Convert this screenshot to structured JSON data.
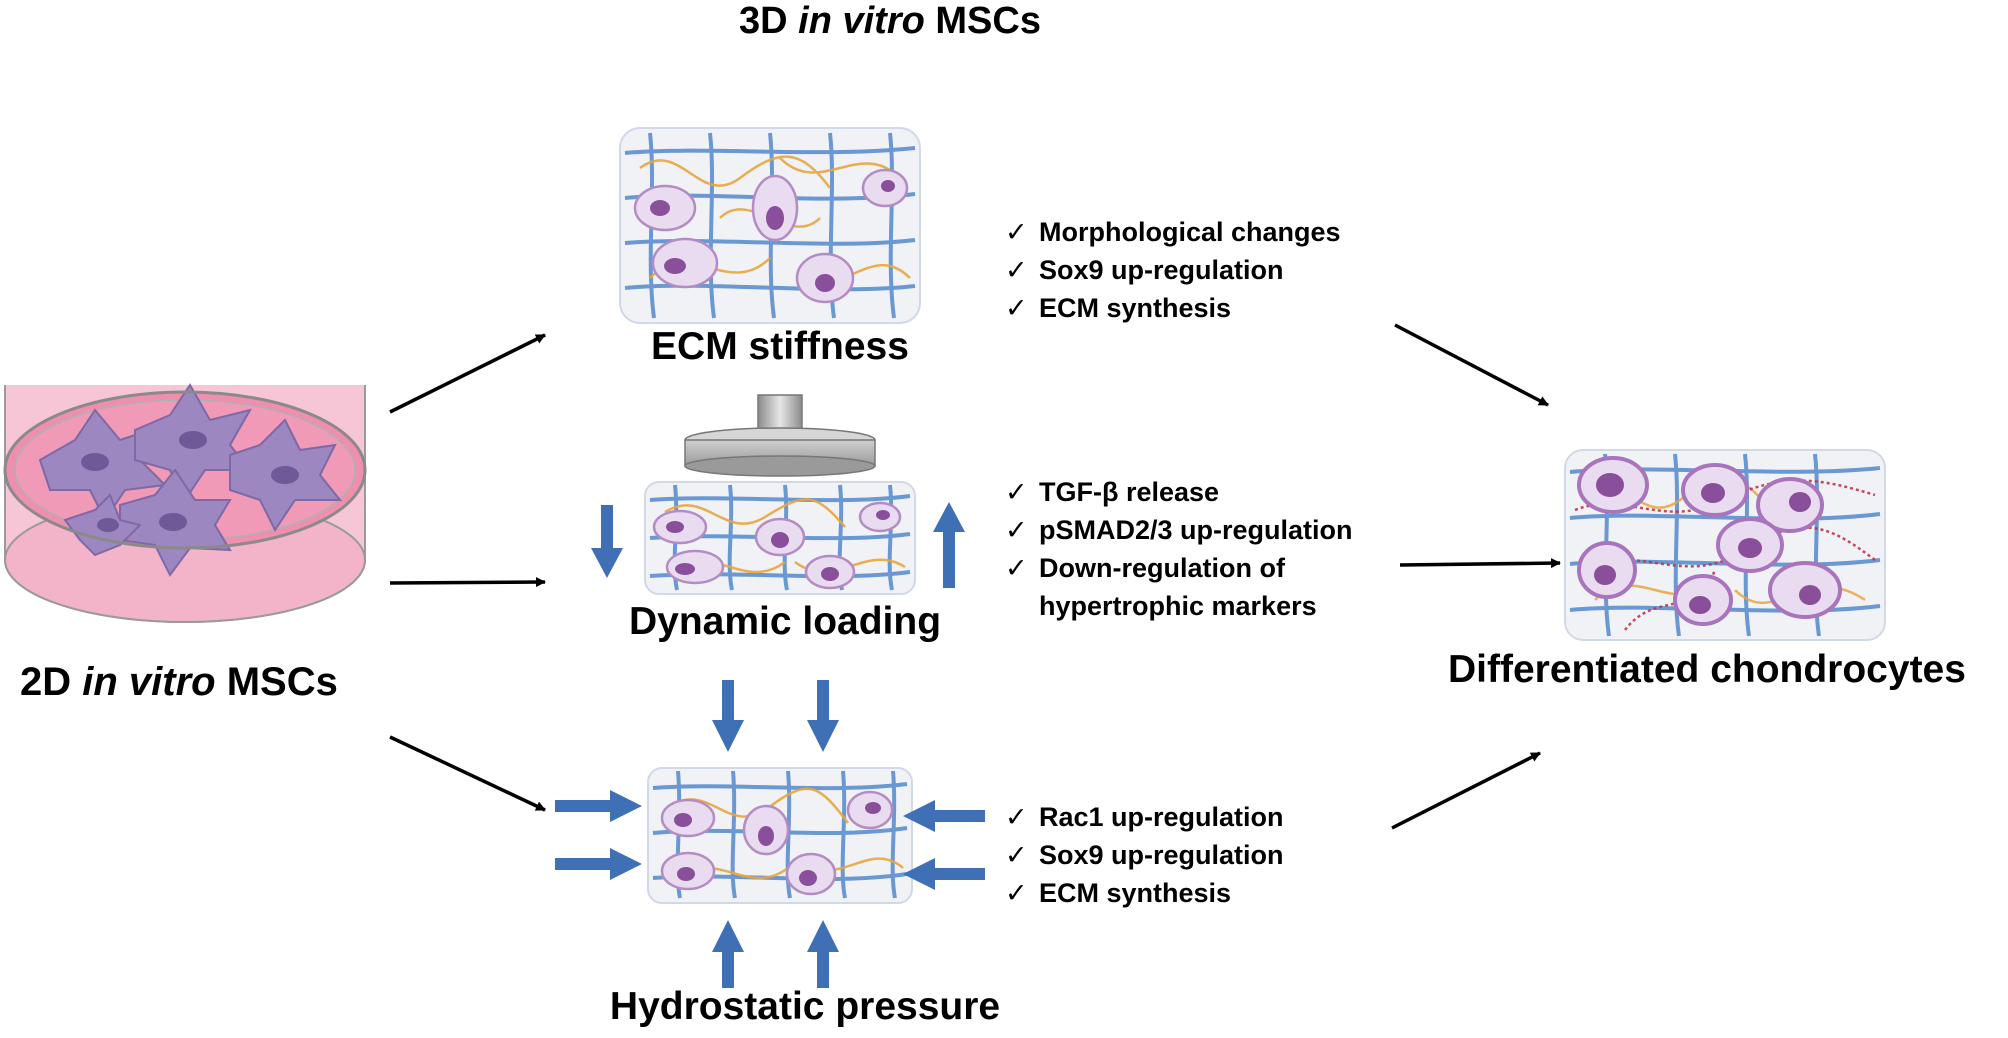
{
  "title": {
    "prefix": "3D ",
    "italic": "in vitro",
    "suffix": " MSCs"
  },
  "source": {
    "prefix": "2D ",
    "italic": "in vitro",
    "suffix": " MSCs"
  },
  "conditions": [
    {
      "label": "ECM stiffness",
      "effects": [
        "Morphological changes",
        "Sox9 up-regulation",
        "ECM synthesis"
      ]
    },
    {
      "label": "Dynamic loading",
      "effects": [
        "TGF-β release",
        "pSMAD2/3 up-regulation",
        "Down-regulation of",
        "hypertrophic markers"
      ]
    },
    {
      "label": "Hydrostatic pressure",
      "effects": [
        "Rac1 up-regulation",
        "Sox9 up-regulation",
        "ECM synthesis"
      ]
    }
  ],
  "outcome": "Differentiated chondrocytes",
  "check_glyph": "✓",
  "colors": {
    "arrow": "#000000",
    "force_arrow": "#3f6fb5",
    "mesh_blue": "#5b8fd0",
    "fiber_orange": "#e8a640",
    "cell_fill": "#eadcf0",
    "nucleus": "#8a4f9a",
    "crosslink_red": "#c0364a",
    "dish_pink": "#ef8fae",
    "dish_cell": "#9c87c0"
  }
}
